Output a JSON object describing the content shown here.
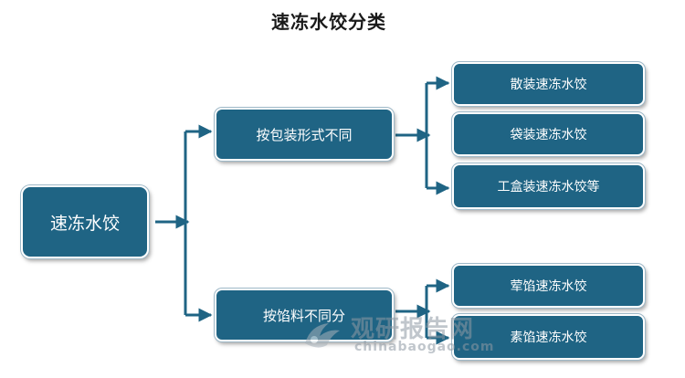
{
  "title": "速冻水饺分类",
  "root": "速冻水饺",
  "branch_packaging": {
    "label": "按包装形式不同",
    "children": [
      "散装速冻水饺",
      "袋装速冻水饺",
      "工盒装速冻水饺等"
    ]
  },
  "branch_filling": {
    "label": "按馅料不同分",
    "children": [
      "荤馅速冻水饺",
      "素馅速冻水饺"
    ]
  },
  "watermark": {
    "cn": "观研报告网",
    "en": "chinabaogao.com"
  },
  "colors": {
    "node_fill": "#1f6484",
    "connector": "#1f6484",
    "text": "#ffffff"
  }
}
